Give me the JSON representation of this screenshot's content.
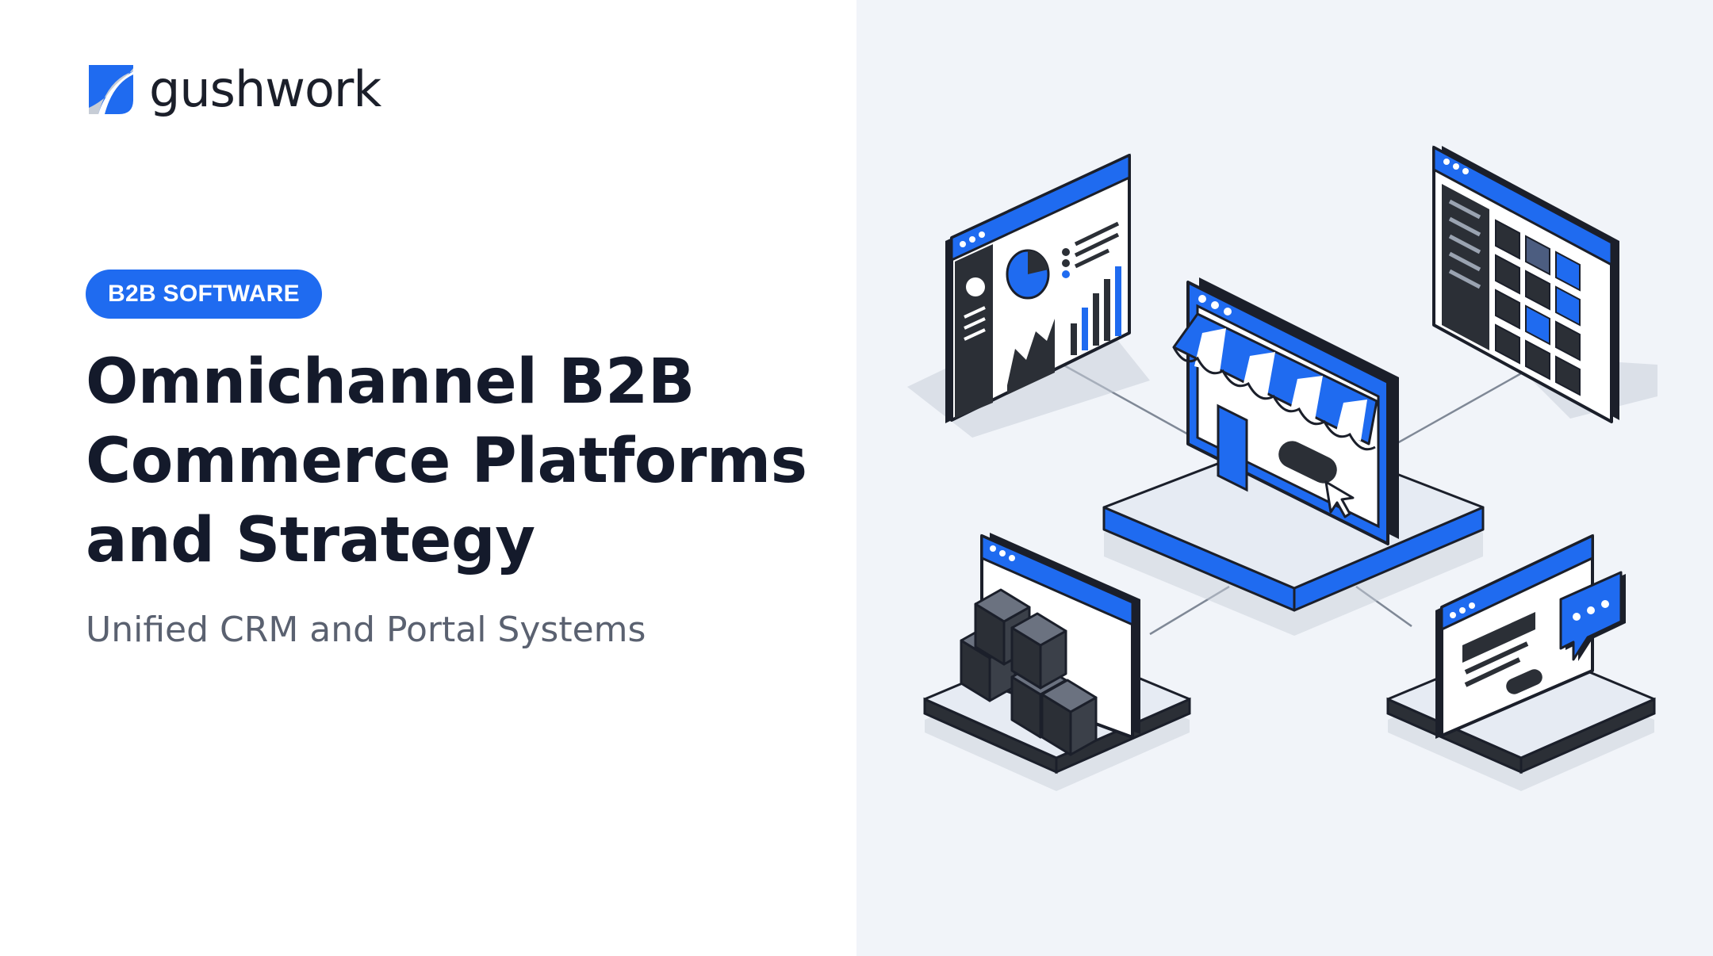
{
  "brand": {
    "name": "gushwork",
    "logo_icon": "gushwork-logo-icon"
  },
  "badge": "B2B SOFTWARE",
  "title_lines": [
    "Omnichannel B2B",
    "Commerce Platforms",
    "and Strategy"
  ],
  "subtitle": "Unified CRM and Portal Systems",
  "colors": {
    "accent": "#1f6bf0",
    "ink": "#141a2b",
    "dark": "#2b2f36",
    "panel_bg": "#f1f4f9"
  },
  "illustration": {
    "hub": "storefront-icon",
    "satellites": [
      "analytics-dashboard-icon",
      "data-grid-icon",
      "inventory-boxes-icon",
      "chat-support-icon"
    ]
  }
}
